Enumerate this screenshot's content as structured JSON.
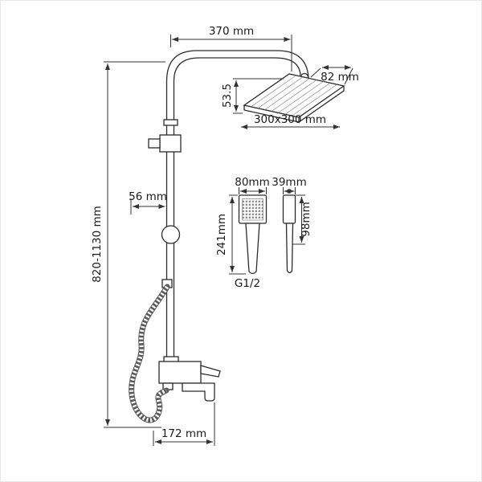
{
  "labels": {
    "top_width": "370 mm",
    "head_edge": "82 mm",
    "head_drop": "53.5",
    "head_size": "300x300 mm",
    "column_height": "820-1130 mm",
    "offset": "56 mm",
    "hand_width": "80mm",
    "hand_side_width": "39mm",
    "hand_length": "241mm",
    "hand_head_length": "98mm",
    "thread": "G1/2",
    "base_width": "172 mm"
  },
  "colors": {
    "line": "#2b2b2b",
    "dimension": "#333333",
    "hose": "#5a5a5a"
  }
}
